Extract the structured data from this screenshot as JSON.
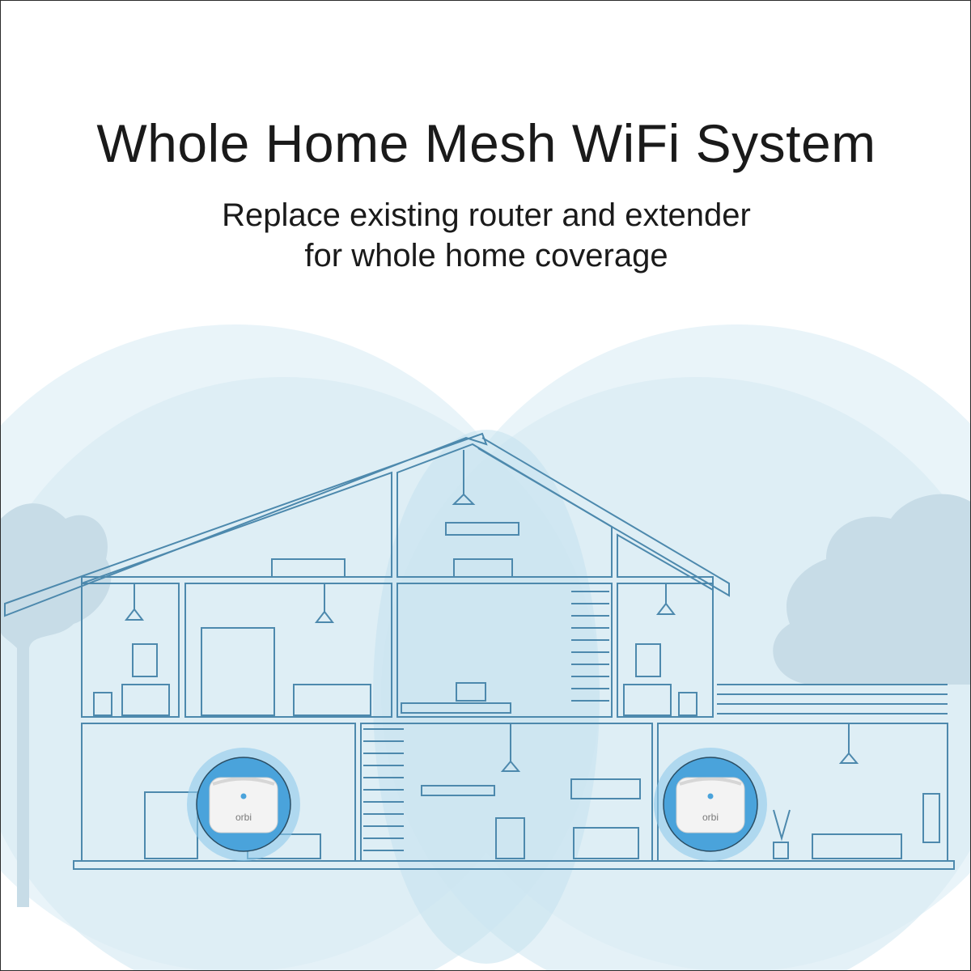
{
  "heading": {
    "title": "Whole Home Mesh WiFi System",
    "subtitle_line1": "Replace existing router and extender",
    "subtitle_line2": "for whole home coverage"
  },
  "devices": {
    "left_label": "orbi",
    "right_label": "orbi"
  },
  "colors": {
    "coverage_outer": "#e6f2f8",
    "coverage_inner": "#d2e8f3",
    "overlap": "#c4e1ef",
    "house_line": "#4d89ad",
    "device_glow": "#4aa3db",
    "trees": "#c6dbe6"
  }
}
